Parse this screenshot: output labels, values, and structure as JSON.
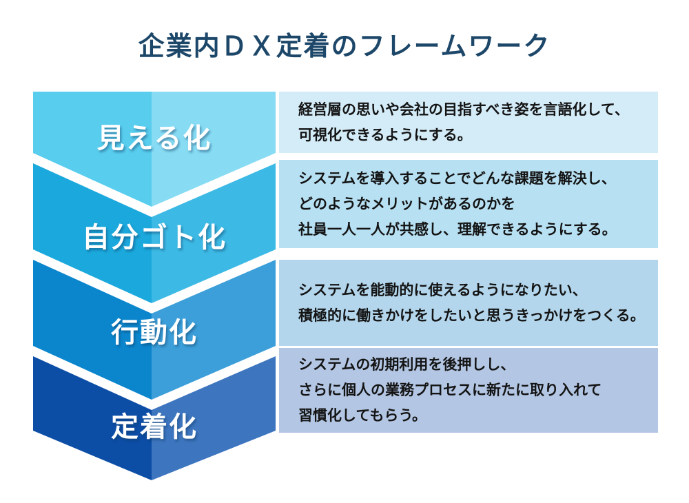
{
  "title": "企業内ＤＸ定着のフレームワーク",
  "title_color": "#1d4769",
  "background_color": "#ffffff",
  "steps": [
    {
      "label": "見える化",
      "desc": "経営層の思いや会社の目指すべき姿を言語化して、\n可視化できるようにする。",
      "color_left": "#58cdee",
      "color_right": "#87dcf4",
      "desc_bg": "#d4ecf8"
    },
    {
      "label": "自分ゴト化",
      "desc": "システムを導入することでどんな課題を解決し、\nどのようなメリットがあるのかを\n社員一人一人が共感し、理解できるようにする。",
      "color_left": "#1ba8dc",
      "color_right": "#3cb9e4",
      "desc_bg": "#b7e0f2"
    },
    {
      "label": "行動化",
      "desc": "システムを能動的に使えるようになりたい、\n積極的に働きかけをしたいと思うきっかけをつくる。",
      "color_left": "#0b86cd",
      "color_right": "#3c9fd9",
      "desc_bg": "#b3d6ec"
    },
    {
      "label": "定着化",
      "desc": "システムの初期利用を後押しし、\nさらに個人の業務プロセスに新たに取り入れて\n習慣化してもらう。",
      "color_left": "#0c4da6",
      "color_right": "#3d75bf",
      "desc_bg": "#b3c6e3"
    }
  ]
}
